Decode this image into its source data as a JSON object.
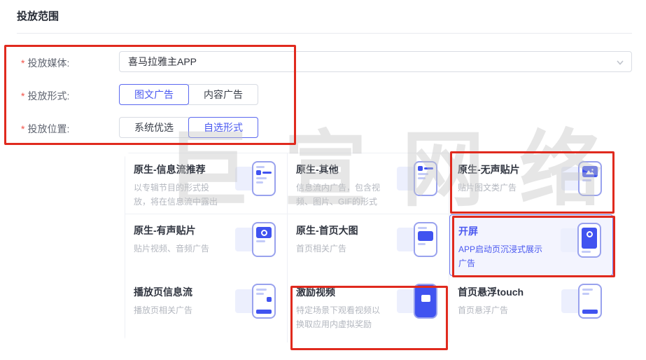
{
  "page": {
    "title": "投放范围"
  },
  "required_mark": "*",
  "form": {
    "media": {
      "label": "投放媒体:",
      "value": "喜马拉雅主APP"
    },
    "format": {
      "label": "投放形式:",
      "options": [
        "图文广告",
        "内容广告"
      ],
      "selected": 0
    },
    "position": {
      "label": "投放位置:",
      "options": [
        "系统优选",
        "自选形式"
      ],
      "selected": 1
    }
  },
  "cards": [
    {
      "title": "原生-信息流推荐",
      "desc": "以专辑节目的形式投放，将在信息流中露出",
      "icon": "feed-recommend-icon",
      "selected": false,
      "annotated": false
    },
    {
      "title": "原生-其他",
      "desc": "信息流内广告，包含视频、图片、GIF的形式",
      "icon": "feed-other-icon",
      "selected": false,
      "annotated": false
    },
    {
      "title": "原生-无声贴片",
      "desc": "贴片图文类广告",
      "icon": "image-patch-icon",
      "selected": false,
      "annotated": true
    },
    {
      "title": "原生-有声贴片",
      "desc": "贴片视频、音频广告",
      "icon": "audio-patch-icon",
      "selected": false,
      "annotated": false
    },
    {
      "title": "原生-首页大图",
      "desc": "首页相关广告",
      "icon": "home-banner-icon",
      "selected": false,
      "annotated": false
    },
    {
      "title": "开屏",
      "desc": "APP启动页沉浸式展示广告",
      "icon": "splash-screen-icon",
      "selected": true,
      "annotated": true
    },
    {
      "title": "播放页信息流",
      "desc": "播放页相关广告",
      "icon": "player-feed-icon",
      "selected": false,
      "annotated": false
    },
    {
      "title": "激励视频",
      "desc": "特定场景下观看视频以换取应用内虚拟奖励",
      "icon": "reward-video-icon",
      "selected": false,
      "annotated": true
    },
    {
      "title": "首页悬浮touch",
      "desc": "首页悬浮广告",
      "icon": "float-touch-icon",
      "selected": false,
      "annotated": false
    }
  ],
  "watermark": "巨宣网络",
  "colors": {
    "annotation_red": "#e02a1e",
    "accent_blue": "#4a58f0",
    "selected_card_bg": "#f3f4fe",
    "selected_card_border": "#7680f0",
    "icon_blue": "#4053f0"
  }
}
